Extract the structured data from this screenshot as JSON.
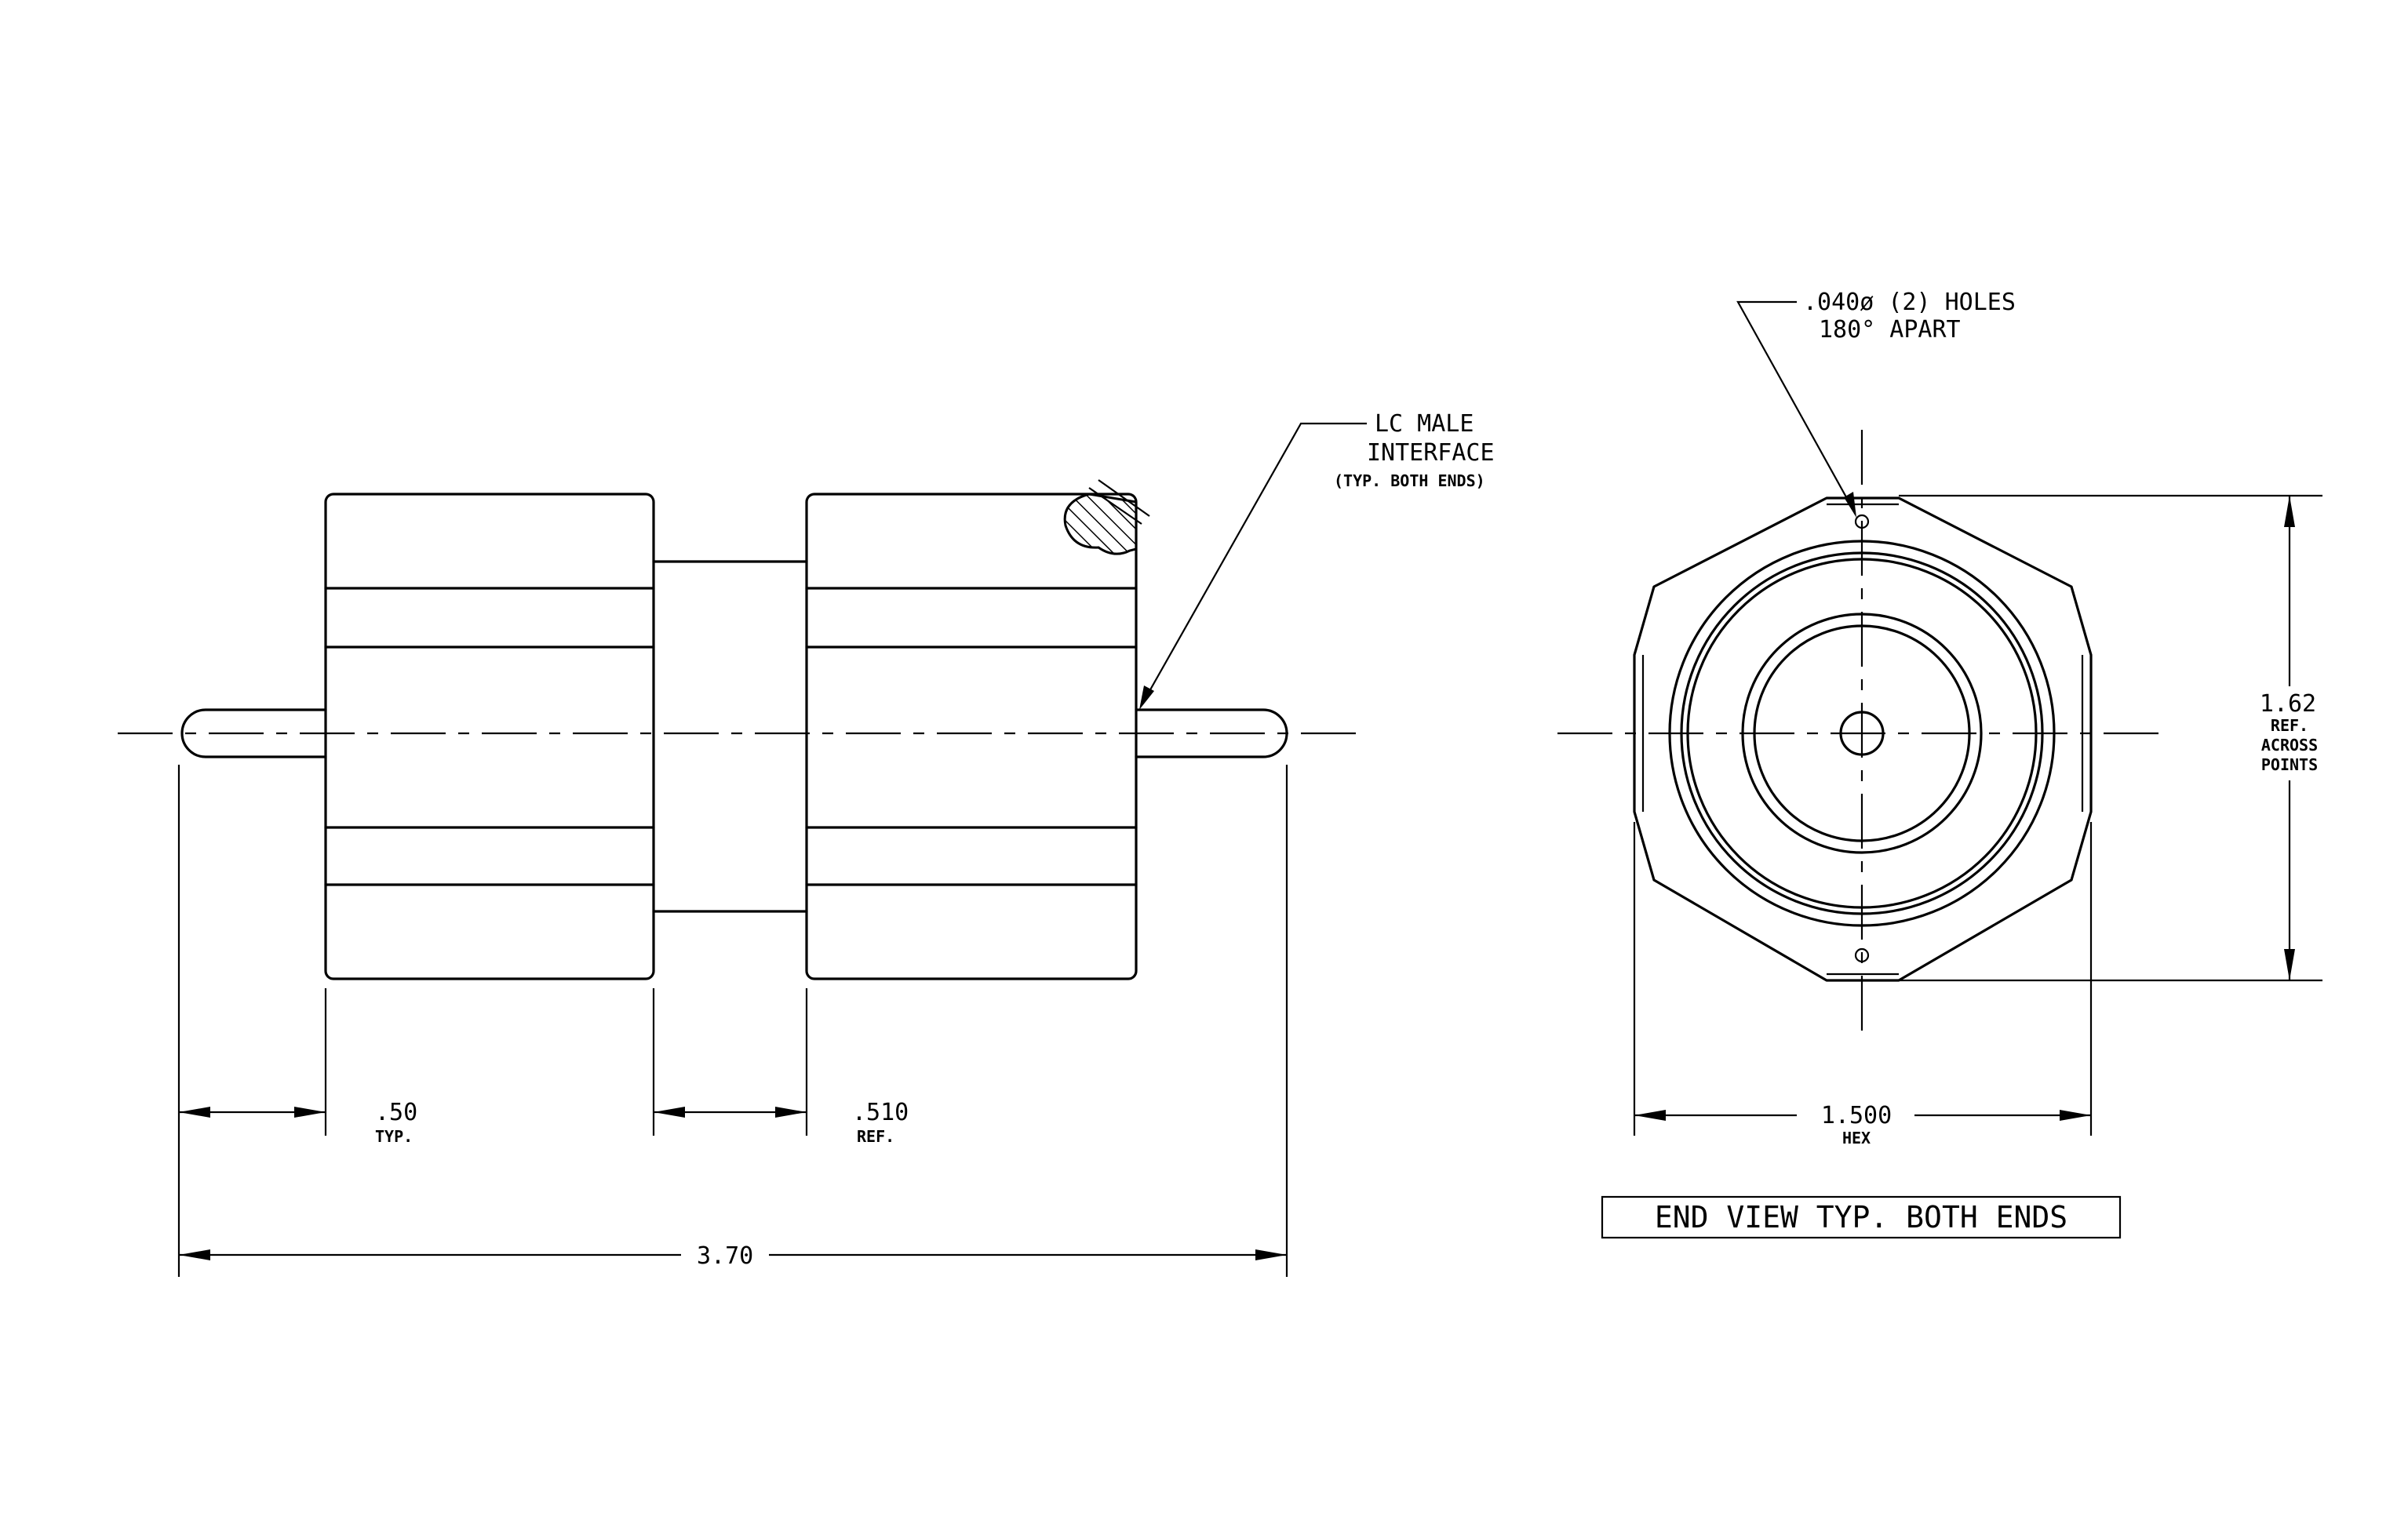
{
  "side_view": {
    "callout_interface": [
      "LC MALE",
      "INTERFACE",
      "(TYP. BOTH ENDS)"
    ],
    "dim_hex_length": {
      "value": ".50",
      "note": "TYP."
    },
    "dim_gap": {
      "value": ".510",
      "note": "REF."
    },
    "dim_overall": {
      "value": "3.70"
    }
  },
  "end_view": {
    "callout_holes": [
      ".040ø (2) HOLES",
      "180° APART"
    ],
    "dim_across_points": {
      "value": "1.62",
      "notes": [
        "REF.",
        "ACROSS",
        "POINTS"
      ]
    },
    "dim_hex": {
      "value": "1.500",
      "note": "HEX"
    },
    "title": "END VIEW TYP. BOTH ENDS"
  }
}
